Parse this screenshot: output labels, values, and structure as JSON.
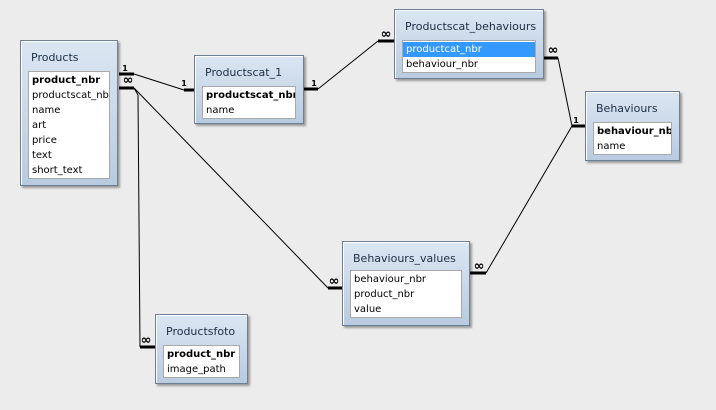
{
  "tables": [
    {
      "id": "products",
      "title": "Products",
      "fields": [
        {
          "name": "product_nbr",
          "pk": true
        },
        {
          "name": "productscat_nbr",
          "pk": false
        },
        {
          "name": "name",
          "pk": false
        },
        {
          "name": "art",
          "pk": false
        },
        {
          "name": "price",
          "pk": false
        },
        {
          "name": "text",
          "pk": false
        },
        {
          "name": "short_text",
          "pk": false
        }
      ]
    },
    {
      "id": "productscat-1",
      "title": "Productscat_1",
      "fields": [
        {
          "name": "productscat_nbr",
          "pk": true
        },
        {
          "name": "name",
          "pk": false
        }
      ]
    },
    {
      "id": "productscat-behaviours",
      "title": "Productscat_behaviours",
      "fields": [
        {
          "name": "productcat_nbr",
          "pk": false,
          "selected": true
        },
        {
          "name": "behaviour_nbr",
          "pk": false
        }
      ]
    },
    {
      "id": "behaviours",
      "title": "Behaviours",
      "fields": [
        {
          "name": "behaviour_nbr",
          "pk": true
        },
        {
          "name": "name",
          "pk": false
        }
      ]
    },
    {
      "id": "behaviours-values",
      "title": "Behaviours_values",
      "fields": [
        {
          "name": "behaviour_nbr",
          "pk": false
        },
        {
          "name": "product_nbr",
          "pk": false
        },
        {
          "name": "value",
          "pk": false
        }
      ]
    },
    {
      "id": "productsfoto",
      "title": "Productsfoto",
      "fields": [
        {
          "name": "product_nbr",
          "pk": true
        },
        {
          "name": "image_path",
          "pk": false
        }
      ]
    }
  ],
  "relationships": [
    {
      "id": "products-productscat",
      "from": "Products",
      "to": "Productscat_1",
      "from_card": "1",
      "to_card": "1"
    },
    {
      "id": "productscat-behaviourslink",
      "from": "Productscat_1",
      "to": "Productscat_behaviours",
      "from_card": "1",
      "to_card": "∞"
    },
    {
      "id": "behaviourslink-behaviours",
      "from": "Productscat_behaviours",
      "to": "Behaviours",
      "from_card": "∞",
      "to_card": "1"
    },
    {
      "id": "products-behavioursvalues",
      "from": "Products",
      "to": "Behaviours_values",
      "from_card": "∞",
      "to_card": "∞"
    },
    {
      "id": "behaviours-behavioursvalues",
      "from": "Behaviours",
      "to": "Behaviours_values",
      "from_card": "1",
      "to_card": "∞"
    },
    {
      "id": "products-productsfoto",
      "from": "Products",
      "to": "Productsfoto",
      "from_card": "∞",
      "to_card": "∞"
    }
  ]
}
